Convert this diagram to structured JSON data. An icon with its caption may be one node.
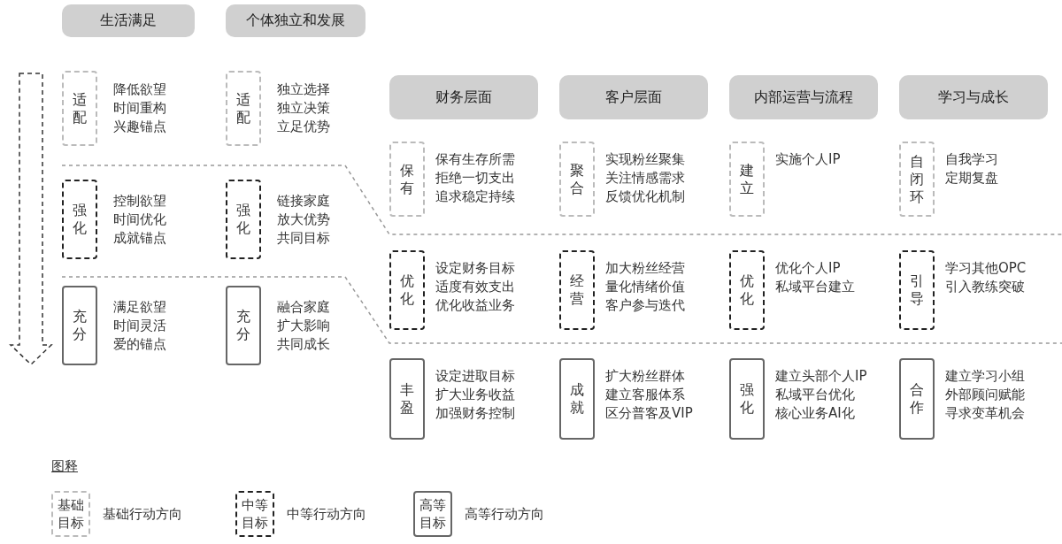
{
  "diagram": {
    "nodes": [
      {
        "text": [
          "生活满足"
        ]
      },
      {
        "text": [
          "个体独立和发展"
        ]
      },
      {
        "text": [
          "适配"
        ],
        "beside": [
          "降低欲望",
          "时间重构",
          "兴趣锚点"
        ]
      },
      {
        "text": [
          "适配"
        ],
        "beside": [
          "独立选择",
          "独立决策",
          "立足优势"
        ]
      },
      {
        "text": [
          "强化"
        ],
        "beside": [
          "控制欲望",
          "时间优化",
          "成就锚点"
        ]
      },
      {
        "text": [
          "强化"
        ],
        "beside": [
          "链接家庭",
          "放大优势",
          "共同目标"
        ]
      },
      {
        "text": [
          "充分"
        ],
        "beside": [
          "满足欲望",
          "时间灵活",
          "爱的锚点"
        ]
      },
      {
        "text": [
          "充分"
        ],
        "beside": [
          "融合家庭",
          "扩大影响",
          "共同成长"
        ]
      },
      {
        "text": [
          "财务层面"
        ]
      },
      {
        "text": [
          "客户层面"
        ]
      },
      {
        "text": [
          "内部运营与流程"
        ]
      },
      {
        "text": [
          "学习与成长"
        ]
      },
      {
        "text": [
          "保有"
        ],
        "beside": [
          "保有生存所需",
          "拒绝一切支出",
          "追求稳定持续"
        ]
      },
      {
        "text": [
          "聚合"
        ],
        "beside": [
          "实现粉丝聚集",
          "关注情感需求",
          "反馈优化机制"
        ]
      },
      {
        "text": [
          "建立"
        ],
        "beside": [
          "实施个人IP"
        ]
      },
      {
        "text": [
          "自闭环"
        ],
        "beside": [
          "自我学习",
          "定期复盘"
        ]
      },
      {
        "text": [
          "优化"
        ],
        "beside": [
          "设定财务目标",
          "适度有效支出",
          "优化收益业务"
        ]
      },
      {
        "text": [
          "经营"
        ],
        "beside": [
          "加大粉丝经营",
          "量化情绪价值",
          "客户参与迭代"
        ]
      },
      {
        "text": [
          "优化"
        ],
        "beside": [
          "优化个人IP",
          "私域平台建立"
        ]
      },
      {
        "text": [
          "引导"
        ],
        "beside": [
          "学习其他OPC",
          "引入教练突破"
        ]
      },
      {
        "text": [
          "丰盈"
        ],
        "beside": [
          "设定进取目标",
          "扩大业务收益",
          "加强财务控制"
        ]
      },
      {
        "text": [
          "成就"
        ],
        "beside": [
          "扩大粉丝群体",
          "建立客服体系",
          "区分普客及VIP"
        ]
      },
      {
        "text": [
          "强化"
        ],
        "beside": [
          "建立头部个人IP",
          "私域平台优化",
          "核心业务AI化"
        ]
      },
      {
        "text": [
          "合作"
        ],
        "beside": [
          "建立学习小组",
          "外部顾问赋能",
          "寻求变革机会"
        ]
      },
      {
        "text": [
          "基础目标"
        ],
        "beside": [
          "基础行动方向"
        ]
      },
      {
        "text": [
          "中等目标"
        ],
        "beside": [
          "中等行动方向"
        ]
      },
      {
        "text": [
          "高等目标"
        ],
        "beside": [
          "高等行动方向"
        ]
      }
    ],
    "edges": [],
    "labels": [
      "图释"
    ]
  }
}
